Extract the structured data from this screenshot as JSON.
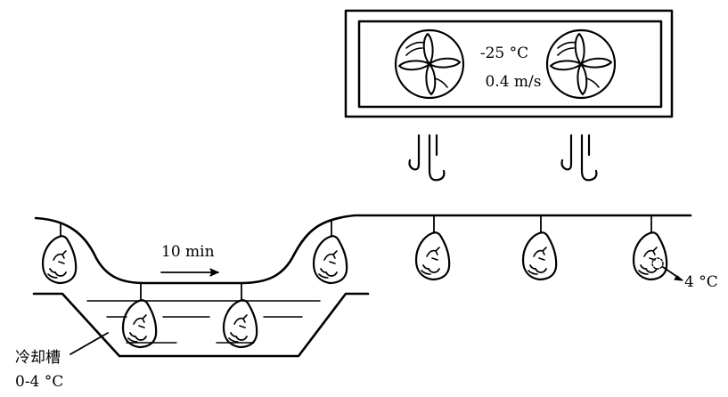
{
  "fan_unit": {
    "temperature": "-25 °C",
    "air_speed": "0.4 m/s",
    "fan_count": 2,
    "airflow_streams": 2
  },
  "conveyor": {
    "time_label": "10 min"
  },
  "cooling_tank": {
    "name": "冷却槽",
    "temperature": "0-4 °C"
  },
  "product": {
    "final_temperature": "4 °C"
  }
}
